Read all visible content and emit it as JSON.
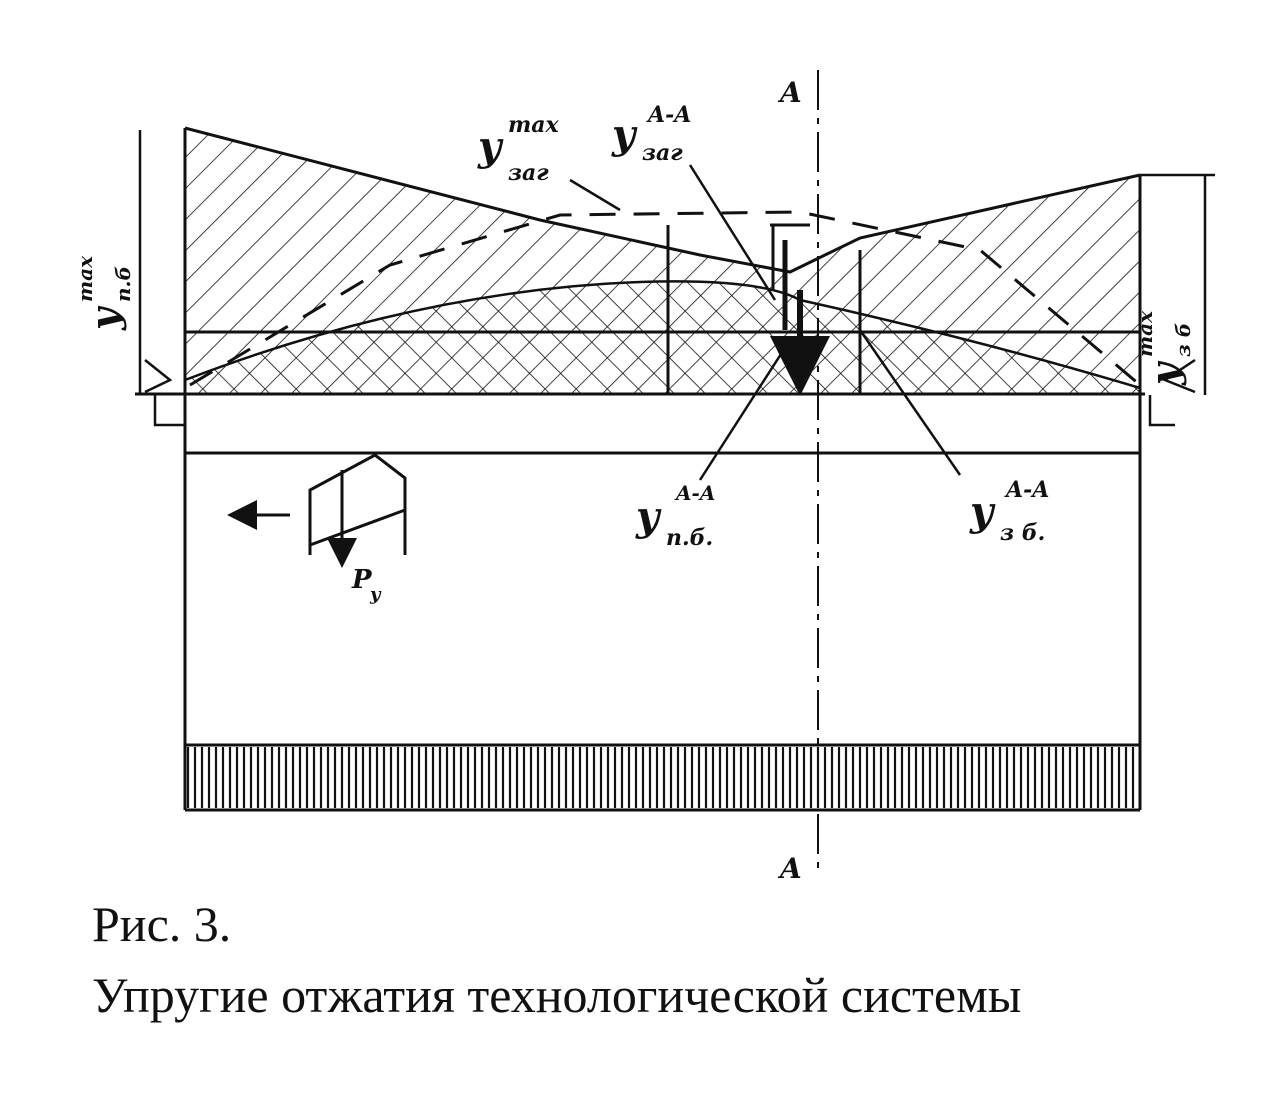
{
  "figure": {
    "caption_number": "Рис. 3.",
    "caption_title": "Упругие отжатия технологической системы"
  },
  "labels": {
    "section_mark": "A",
    "y_zag_max_main": "y",
    "y_zag_max_sup": "max",
    "y_zag_max_sub": "заг",
    "y_zag_aa_main": "y",
    "y_zag_aa_sup": "A-A",
    "y_zag_aa_sub": "заг",
    "y_pb_max_main": "y",
    "y_pb_max_sup": "max",
    "y_pb_max_sub": "п.б",
    "y_zb_max_main": "y",
    "y_zb_max_sup": "max",
    "y_zb_max_sub": "з б",
    "y_pb_aa_main": "y",
    "y_pb_aa_sup": "A-A",
    "y_pb_aa_sub": "п.б.",
    "y_zb_aa_main": "y",
    "y_zb_aa_sup": "A-A",
    "y_zb_aa_sub": "з б.",
    "force_main": "P",
    "force_sub": "y"
  },
  "colors": {
    "ink": "#111111",
    "paper": "#ffffff"
  }
}
